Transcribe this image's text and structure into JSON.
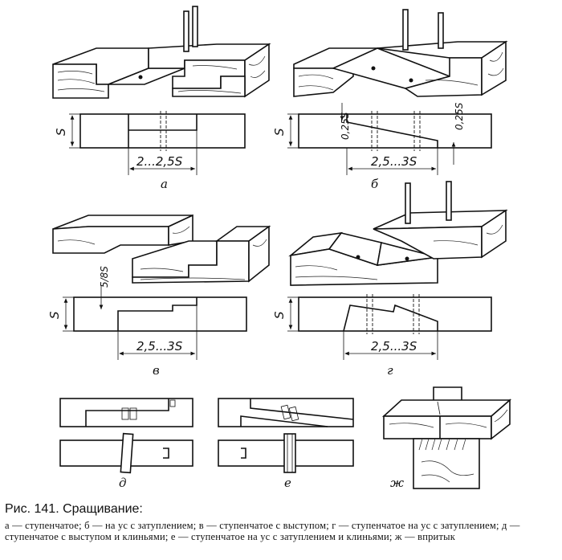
{
  "figure": {
    "title": "Рис. 141. Сращивание:",
    "legend_text": "а — ступенчатое; б — на ус с затуплением; в — ступенчатое с выступом; г — ступенчатое на ус с затуплением; д — ступенчатое с выступом и клиньями; е — ступенчатое на ус с затуплением и клиньями; ж — впритык",
    "panels": {
      "a": {
        "letter": "а",
        "dim_label": "2...2,5S",
        "side_label": "S"
      },
      "b": {
        "letter": "б",
        "dim_label": "2,5...3S",
        "side_label": "S",
        "offset_left": "0,25S",
        "offset_right": "0,25S"
      },
      "v": {
        "letter": "в",
        "dim_label": "2,5...3S",
        "side_label": "S",
        "step_label": "5/8S"
      },
      "g": {
        "letter": "г",
        "dim_label": "2,5...3S",
        "side_label": "S"
      },
      "d": {
        "letter": "д"
      },
      "e": {
        "letter": "е"
      },
      "zh": {
        "letter": "ж"
      }
    }
  }
}
